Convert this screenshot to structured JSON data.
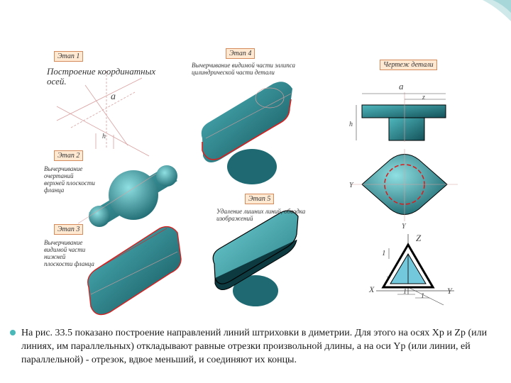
{
  "stages": {
    "stage1": {
      "label": "Этап 1",
      "caption": "Построение координатных осей."
    },
    "stage2": {
      "label": "Этап 2",
      "caption": "Вычерчивание очертаний верхней плоскости фланца"
    },
    "stage3": {
      "label": "Этап 3",
      "caption": "Вычерчивание видимой части нижней плоскости фланца"
    },
    "stage4": {
      "label": "Этап 4",
      "caption": "Вычерчивание видимой части эллипса цилиндрической части детали"
    },
    "stage5": {
      "label": "Этап 5",
      "caption": "Удаление лишних линий, обводка изображений"
    },
    "drawing": {
      "label": "Чертеж детали"
    }
  },
  "dimensions": {
    "a_stage1": "a",
    "h_stage1": "h",
    "a_drawing": "a",
    "z_top": "z",
    "h_drawing": "h",
    "y_left": "Y",
    "y_bottom": "Y",
    "z_axis": "Z",
    "x_axis": "X",
    "y_axis": "Y",
    "one_left": "1",
    "one_bottom_a": "1",
    "one_bottom_b": "1"
  },
  "footer": {
    "text": "На рис. 33.5 показано построение направлений линий штриховки в диметрии. Для этого на осях Хр и Zр (или линиях, им параллельных) откладывают равные отрезки произвольной длины, а на оси Yр (или линии, ей параллельной) - отрезок, вдвое меньший, и соединяют их концы."
  },
  "colors": {
    "accent": "#4ab8b8",
    "body_fill": "#2f8f96",
    "outline": "#d62020"
  }
}
